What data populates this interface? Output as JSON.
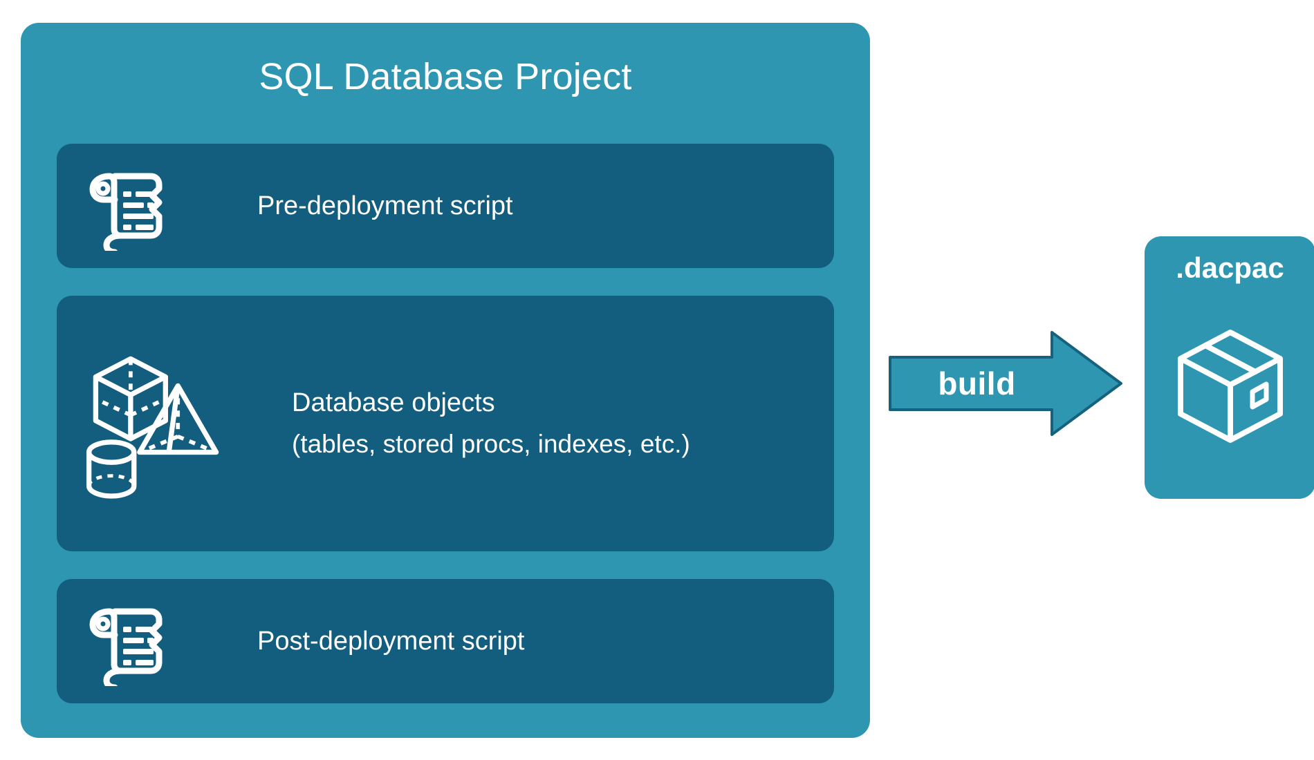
{
  "diagram": {
    "title": "SQL Database Project",
    "colors": {
      "card": "#2e96b0",
      "panel": "#135d7e",
      "text": "#ffffff",
      "arrow_fill": "#2e96b0",
      "arrow_stroke": "#15627f",
      "background": "#ffffff"
    },
    "panels": [
      {
        "id": "pre-deployment",
        "label": "Pre-deployment script",
        "icon": "scroll-icon"
      },
      {
        "id": "database-objects",
        "label_line1": "Database objects",
        "label_line2": "(tables, stored procs, indexes, etc.)",
        "icons": [
          "cube-icon",
          "pyramid-icon",
          "cylinder-icon"
        ]
      },
      {
        "id": "post-deployment",
        "label": "Post-deployment script",
        "icon": "scroll-icon"
      }
    ],
    "arrow": {
      "label": "build",
      "direction": "right"
    },
    "output": {
      "title": ".dacpac",
      "icon": "package-box-icon"
    }
  }
}
